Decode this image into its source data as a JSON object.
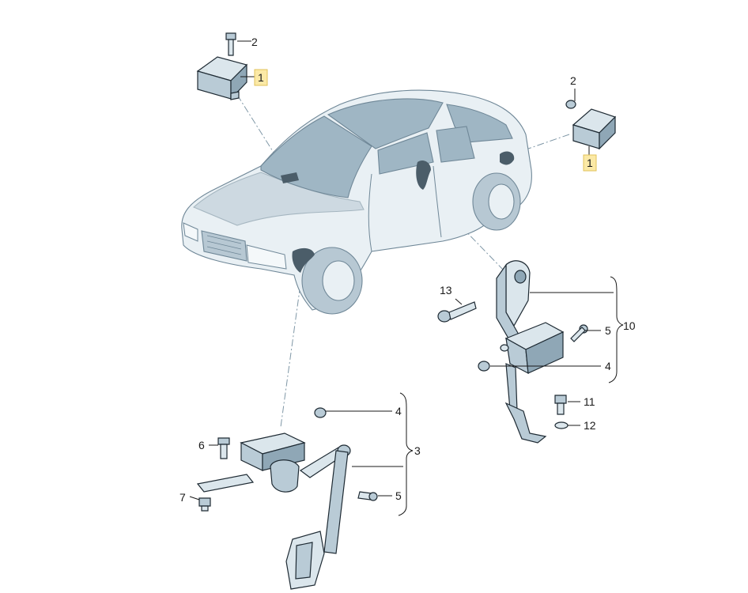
{
  "callouts": {
    "ecu_left_bolt": "2",
    "ecu_left": "1",
    "ecu_right_nut": "2",
    "ecu_right": "1",
    "rear_bolt": "13",
    "rear_bolt_small": "5",
    "rear_assembly": "10",
    "rear_nut": "4",
    "rear_bracket_bolt": "11",
    "rear_washer": "12",
    "front_nut": "4",
    "front_assembly": "3",
    "front_bolt_top": "6",
    "front_bolt_bottom": "7",
    "front_bolt_right": "5"
  },
  "colors": {
    "highlight": "#fbe9a6",
    "highlight_border": "#e0c25a",
    "part": "#b9cbd6",
    "car_body": "#e9f0f4",
    "outline": "#1e2a33"
  }
}
